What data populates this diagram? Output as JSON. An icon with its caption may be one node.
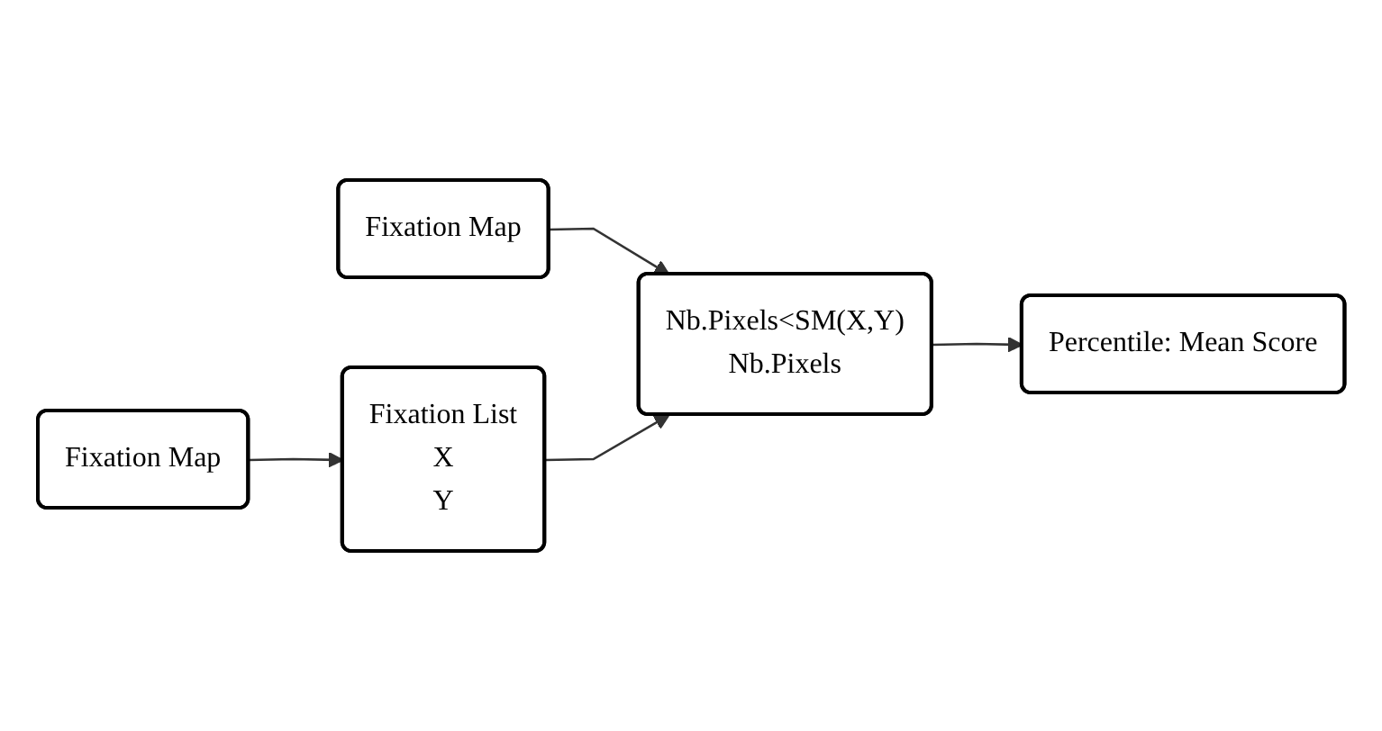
{
  "diagram": {
    "nodes": [
      {
        "text": [
          "Fixation Map"
        ]
      },
      {
        "text": [
          "Fixation Map"
        ]
      },
      {
        "text": [
          "Fixation List",
          "X",
          "Y"
        ]
      },
      {
        "text": [
          "Nb.Pixels<SM(X,Y)",
          "Nb.Pixels"
        ]
      },
      {
        "text": [
          "Percentile: Mean Score"
        ]
      }
    ],
    "edges": [
      {
        "from": 0,
        "to": 2,
        "arrow": "to"
      },
      {
        "from": 1,
        "to": 3,
        "arrow": "to"
      },
      {
        "from": 2,
        "to": 3,
        "arrow": "to"
      },
      {
        "from": 3,
        "to": 4,
        "arrow": "to"
      }
    ]
  }
}
